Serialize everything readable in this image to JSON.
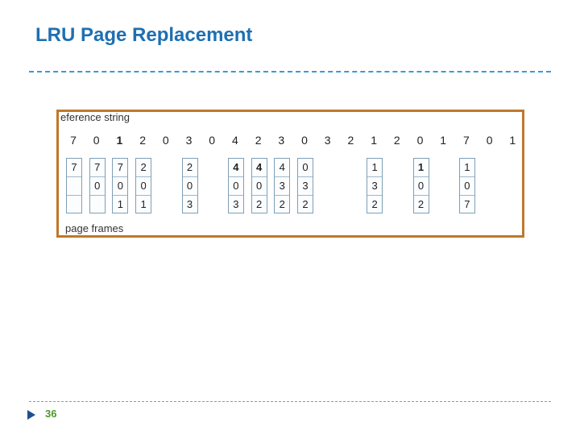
{
  "slide": {
    "title": "LRU Page Replacement",
    "page_number": "36"
  },
  "figure": {
    "caption_top": "eference string",
    "caption_bottom": "page frames",
    "reference_string": [
      "7",
      "0",
      "1",
      "2",
      "0",
      "3",
      "0",
      "4",
      "2",
      "3",
      "0",
      "3",
      "2",
      "1",
      "2",
      "0",
      "1",
      "7",
      "0",
      "1"
    ],
    "reference_bold": [
      2
    ],
    "frames": [
      {
        "ref_index": 0,
        "cells": [
          "7",
          "",
          ""
        ],
        "bold": []
      },
      {
        "ref_index": 1,
        "cells": [
          "7",
          "0",
          ""
        ],
        "bold": []
      },
      {
        "ref_index": 2,
        "cells": [
          "7",
          "0",
          "1"
        ],
        "bold": []
      },
      {
        "ref_index": 3,
        "cells": [
          "2",
          "0",
          "1"
        ],
        "bold": []
      },
      {
        "ref_index": 5,
        "cells": [
          "2",
          "0",
          "3"
        ],
        "bold": []
      },
      {
        "ref_index": 7,
        "cells": [
          "4",
          "0",
          "3"
        ],
        "bold": [
          0
        ]
      },
      {
        "ref_index": 8,
        "cells": [
          "4",
          "0",
          "2"
        ],
        "bold": [
          0
        ]
      },
      {
        "ref_index": 9,
        "cells": [
          "4",
          "3",
          "2"
        ],
        "bold": []
      },
      {
        "ref_index": 10,
        "cells": [
          "0",
          "3",
          "2"
        ],
        "bold": []
      },
      {
        "ref_index": 13,
        "cells": [
          "1",
          "3",
          "2"
        ],
        "bold": []
      },
      {
        "ref_index": 15,
        "cells": [
          "1",
          "0",
          "2"
        ],
        "bold": [
          0
        ]
      },
      {
        "ref_index": 17,
        "cells": [
          "1",
          "0",
          "7"
        ],
        "bold": []
      }
    ]
  },
  "colors": {
    "title": "#1f6fb2",
    "frame_border": "#c0782a",
    "page_number": "#4a9a2a"
  }
}
